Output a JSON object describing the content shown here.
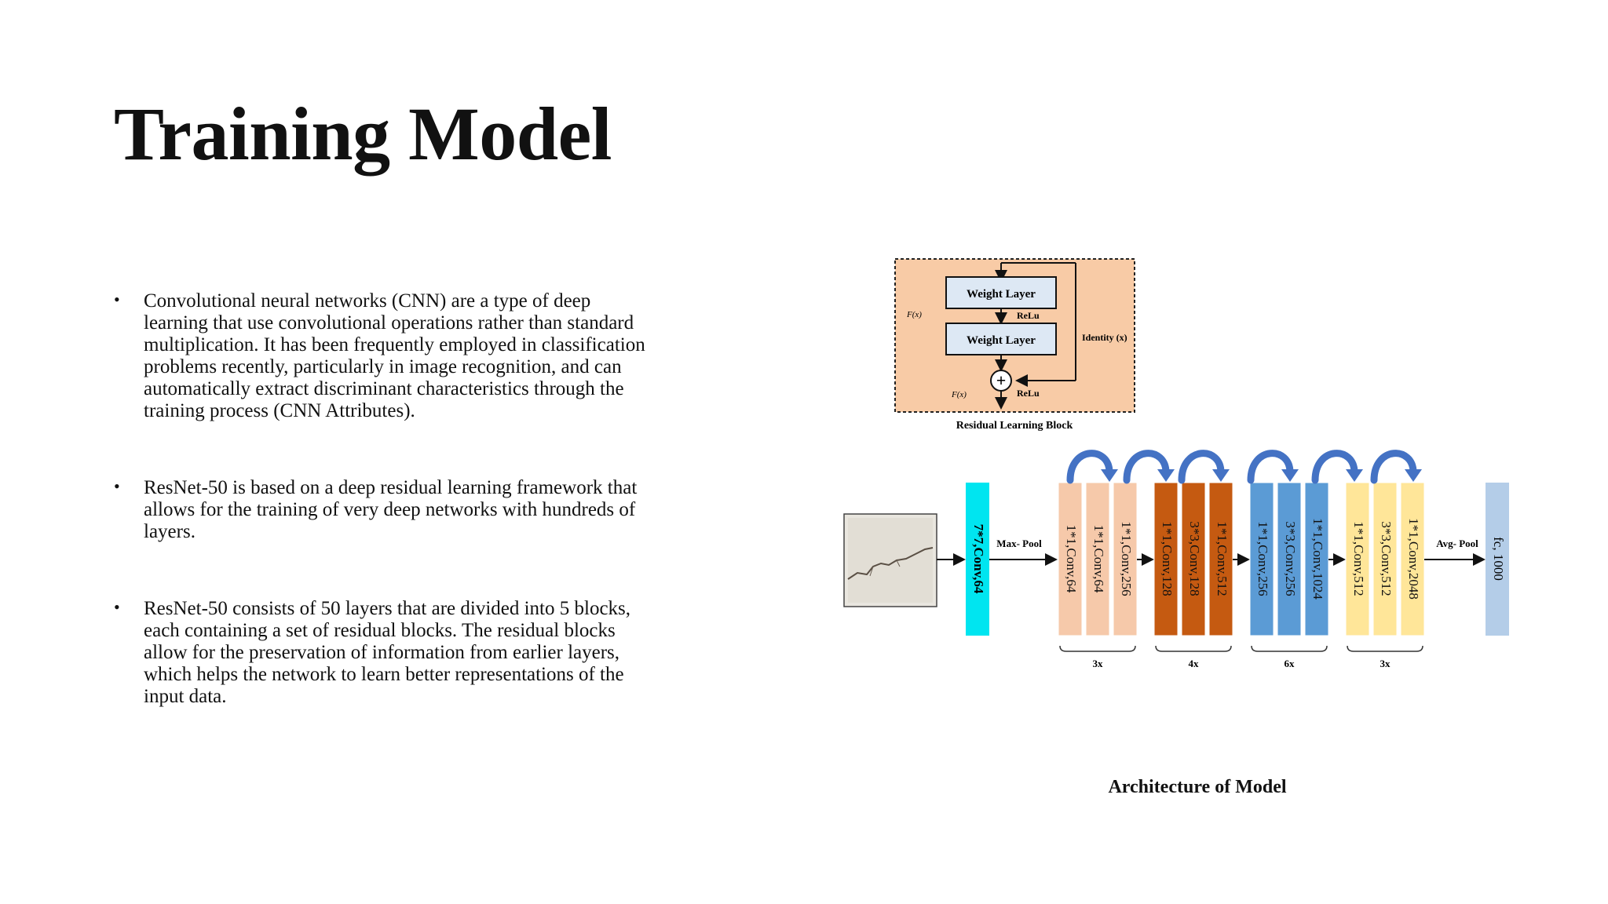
{
  "slide": {
    "title": "Training Model",
    "bullets": [
      "Convolutional neural networks (CNN) are a type of deep learning that use convolutional operations rather than standard multiplication. It has been frequently employed in classification problems recently, particularly in image recognition, and can automatically extract discriminant characteristics through the training process (CNN Attributes).",
      "ResNet-50 is based on a deep residual learning framework that allows for the training of very deep networks with hundreds of layers.",
      "ResNet-50 consists of 50 layers that are divided into 5 blocks, each containing a set of residual blocks. The residual blocks allow for the preservation of information from earlier layers, which helps the network to learn better representations of the input data."
    ],
    "caption": "Architecture of Model"
  },
  "diagram": {
    "residual_block": {
      "weight_layer_1": "Weight Layer",
      "relu_1": "ReLu",
      "weight_layer_2": "Weight Layer",
      "relu_2": "ReLu",
      "fx_left": "F(x)",
      "fx_bottom": "F(x)",
      "identity": "Identity (x)",
      "plus": "+",
      "label": "Residual Learning Block",
      "fill_color": "#f8cba6"
    },
    "pipeline": {
      "first_conv": "7*7,Conv,64",
      "max_pool": "Max- Pool",
      "avg_pool": "Avg- Pool",
      "fc": "fc, 1000",
      "stages": [
        {
          "layers": [
            "1*1,Conv,64",
            "1*1,Conv,64",
            "1*1,Conv,256"
          ],
          "repeat": "3x",
          "color": "#f6c9aa"
        },
        {
          "layers": [
            "1*1,Conv,128",
            "3*3,Conv,128",
            "1*1,Conv,512"
          ],
          "repeat": "4x",
          "color": "#c55a11"
        },
        {
          "layers": [
            "1*1,Conv,256",
            "3*3,Conv,256",
            "1*1,Conv,1024"
          ],
          "repeat": "6x",
          "color": "#5b9bd5"
        },
        {
          "layers": [
            "1*1,Conv,512",
            "3*3,Conv,512",
            "1*1,Conv,2048"
          ],
          "repeat": "3x",
          "color": "#ffe699"
        }
      ],
      "colors": {
        "first_conv": "#00e5f0",
        "fc": "#b4cde8",
        "arrow": "#4472c4"
      }
    }
  }
}
